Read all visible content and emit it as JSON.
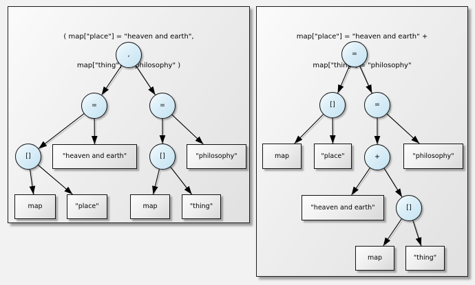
{
  "colors": {
    "page_bg": "#f2f2f2",
    "panel_border": "#1a1a1a",
    "node_fill": "#c9e6f4",
    "box_fill": "#e9e9e9",
    "edge": "#000000",
    "edge_shadow": "#b5b5b5",
    "text": "#000000"
  },
  "panels": [
    {
      "name": "comma-expression-tree",
      "title_lines": [
        "( map[\"place\"] = \"heaven and earth\",",
        "map[\"thing\"] = \"philosophy\" )"
      ],
      "nodes": [
        {
          "id": "comma",
          "shape": "circle",
          "label": ","
        },
        {
          "id": "assign1",
          "shape": "circle",
          "label": "="
        },
        {
          "id": "assign2",
          "shape": "circle",
          "label": "="
        },
        {
          "id": "subscript1",
          "shape": "circle",
          "label": "[]"
        },
        {
          "id": "heaven",
          "shape": "box",
          "label": "\"heaven and earth\""
        },
        {
          "id": "subscript2",
          "shape": "circle",
          "label": "[]"
        },
        {
          "id": "philosophy",
          "shape": "box",
          "label": "\"philosophy\""
        },
        {
          "id": "map1",
          "shape": "box",
          "label": "map"
        },
        {
          "id": "place",
          "shape": "box",
          "label": "\"place\""
        },
        {
          "id": "map2",
          "shape": "box",
          "label": "map"
        },
        {
          "id": "thing",
          "shape": "box",
          "label": "\"thing\""
        }
      ],
      "edges": [
        [
          "comma",
          "assign1"
        ],
        [
          "comma",
          "assign2"
        ],
        [
          "assign1",
          "subscript1"
        ],
        [
          "assign1",
          "heaven"
        ],
        [
          "assign2",
          "subscript2"
        ],
        [
          "assign2",
          "philosophy"
        ],
        [
          "subscript1",
          "map1"
        ],
        [
          "subscript1",
          "place"
        ],
        [
          "subscript2",
          "map2"
        ],
        [
          "subscript2",
          "thing"
        ]
      ]
    },
    {
      "name": "plus-expression-tree",
      "title_lines": [
        "map[\"place\"] = \"heaven and earth\" +",
        "map[\"thing\"] = \"philosophy\""
      ],
      "nodes": [
        {
          "id": "assign_root",
          "shape": "circle",
          "label": "="
        },
        {
          "id": "subscript1",
          "shape": "circle",
          "label": "[]"
        },
        {
          "id": "assign2",
          "shape": "circle",
          "label": "="
        },
        {
          "id": "map1",
          "shape": "box",
          "label": "map"
        },
        {
          "id": "place",
          "shape": "box",
          "label": "\"place\""
        },
        {
          "id": "plus",
          "shape": "circle",
          "label": "+"
        },
        {
          "id": "philosophy",
          "shape": "box",
          "label": "\"philosophy\""
        },
        {
          "id": "heaven",
          "shape": "box",
          "label": "\"heaven and earth\""
        },
        {
          "id": "subscript2",
          "shape": "circle",
          "label": "[]"
        },
        {
          "id": "map2",
          "shape": "box",
          "label": "map"
        },
        {
          "id": "thing",
          "shape": "box",
          "label": "\"thing\""
        }
      ],
      "edges": [
        [
          "assign_root",
          "subscript1"
        ],
        [
          "assign_root",
          "assign2"
        ],
        [
          "subscript1",
          "map1"
        ],
        [
          "subscript1",
          "place"
        ],
        [
          "assign2",
          "plus"
        ],
        [
          "assign2",
          "philosophy"
        ],
        [
          "plus",
          "heaven"
        ],
        [
          "plus",
          "subscript2"
        ],
        [
          "subscript2",
          "map2"
        ],
        [
          "subscript2",
          "thing"
        ]
      ]
    }
  ]
}
